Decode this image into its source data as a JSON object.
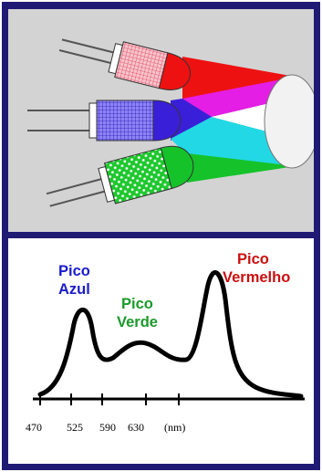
{
  "colors": {
    "frame": "#1f1a73",
    "top_panel_bg": "#d3d3d3",
    "bottom_panel_bg": "#ffffff",
    "red": "#ee1111",
    "magenta": "#e41ee4",
    "blue": "#3a1fd8",
    "cyan": "#22d8e4",
    "green": "#15c22a",
    "led_red_fill": "#f4a6b0",
    "led_blue_fill": "#7a6ff0",
    "led_green_fill": "#2ad63a",
    "label_blue": "#1c1ccc",
    "label_green": "#1a9a2a",
    "label_red": "#cc0f0f"
  },
  "leds": [
    {
      "name": "red-led",
      "color": "red"
    },
    {
      "name": "blue-led",
      "color": "blue"
    },
    {
      "name": "green-led",
      "color": "green"
    }
  ],
  "labels": {
    "blue_peak": [
      "Pico",
      "Azul"
    ],
    "green_peak": [
      "Pico",
      "Verde"
    ],
    "red_peak": [
      "Pico",
      "Vermelho"
    ]
  },
  "axis": {
    "ticks": [
      "470",
      "525",
      "590",
      "630"
    ],
    "unit": "(nm)"
  }
}
